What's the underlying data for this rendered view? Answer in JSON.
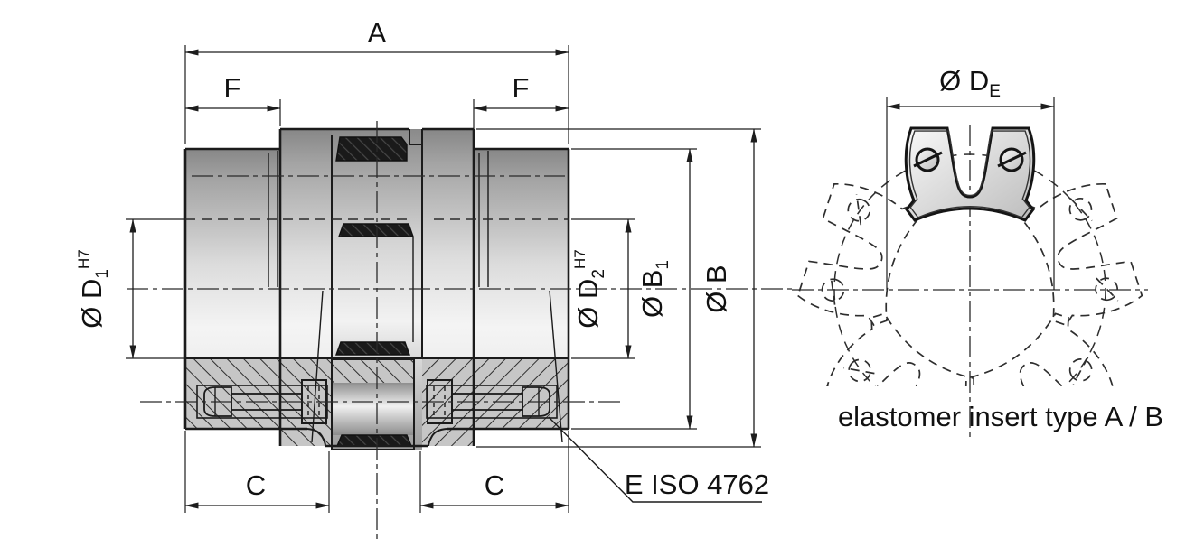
{
  "drawing": {
    "type": "technical-drawing",
    "subject": "jaw coupling cross-section with elastomer insert detail view",
    "colors": {
      "background": "#ffffff",
      "line": "#1b1b1b",
      "metal_light": "#f4f4f4",
      "metal_dark": "#878787",
      "hatch_fill": "#c6c6c6",
      "elastomer_fill": "#1a1a1a"
    },
    "dims": {
      "a": {
        "label": "A"
      },
      "f": {
        "label": "F"
      },
      "c": {
        "label": "C"
      },
      "d1": {
        "prefix": "Ø D",
        "sub": "1",
        "sup": "H7"
      },
      "d2": {
        "prefix": "Ø D",
        "sub": "2",
        "sup": "H7"
      },
      "b1": {
        "prefix": "Ø B",
        "sub": "1"
      },
      "b": {
        "label": "Ø B"
      },
      "de": {
        "prefix": "Ø D",
        "sub": "E"
      }
    },
    "notes": {
      "screw": "E ISO 4762",
      "caption": "elastomer insert type A / B"
    }
  }
}
